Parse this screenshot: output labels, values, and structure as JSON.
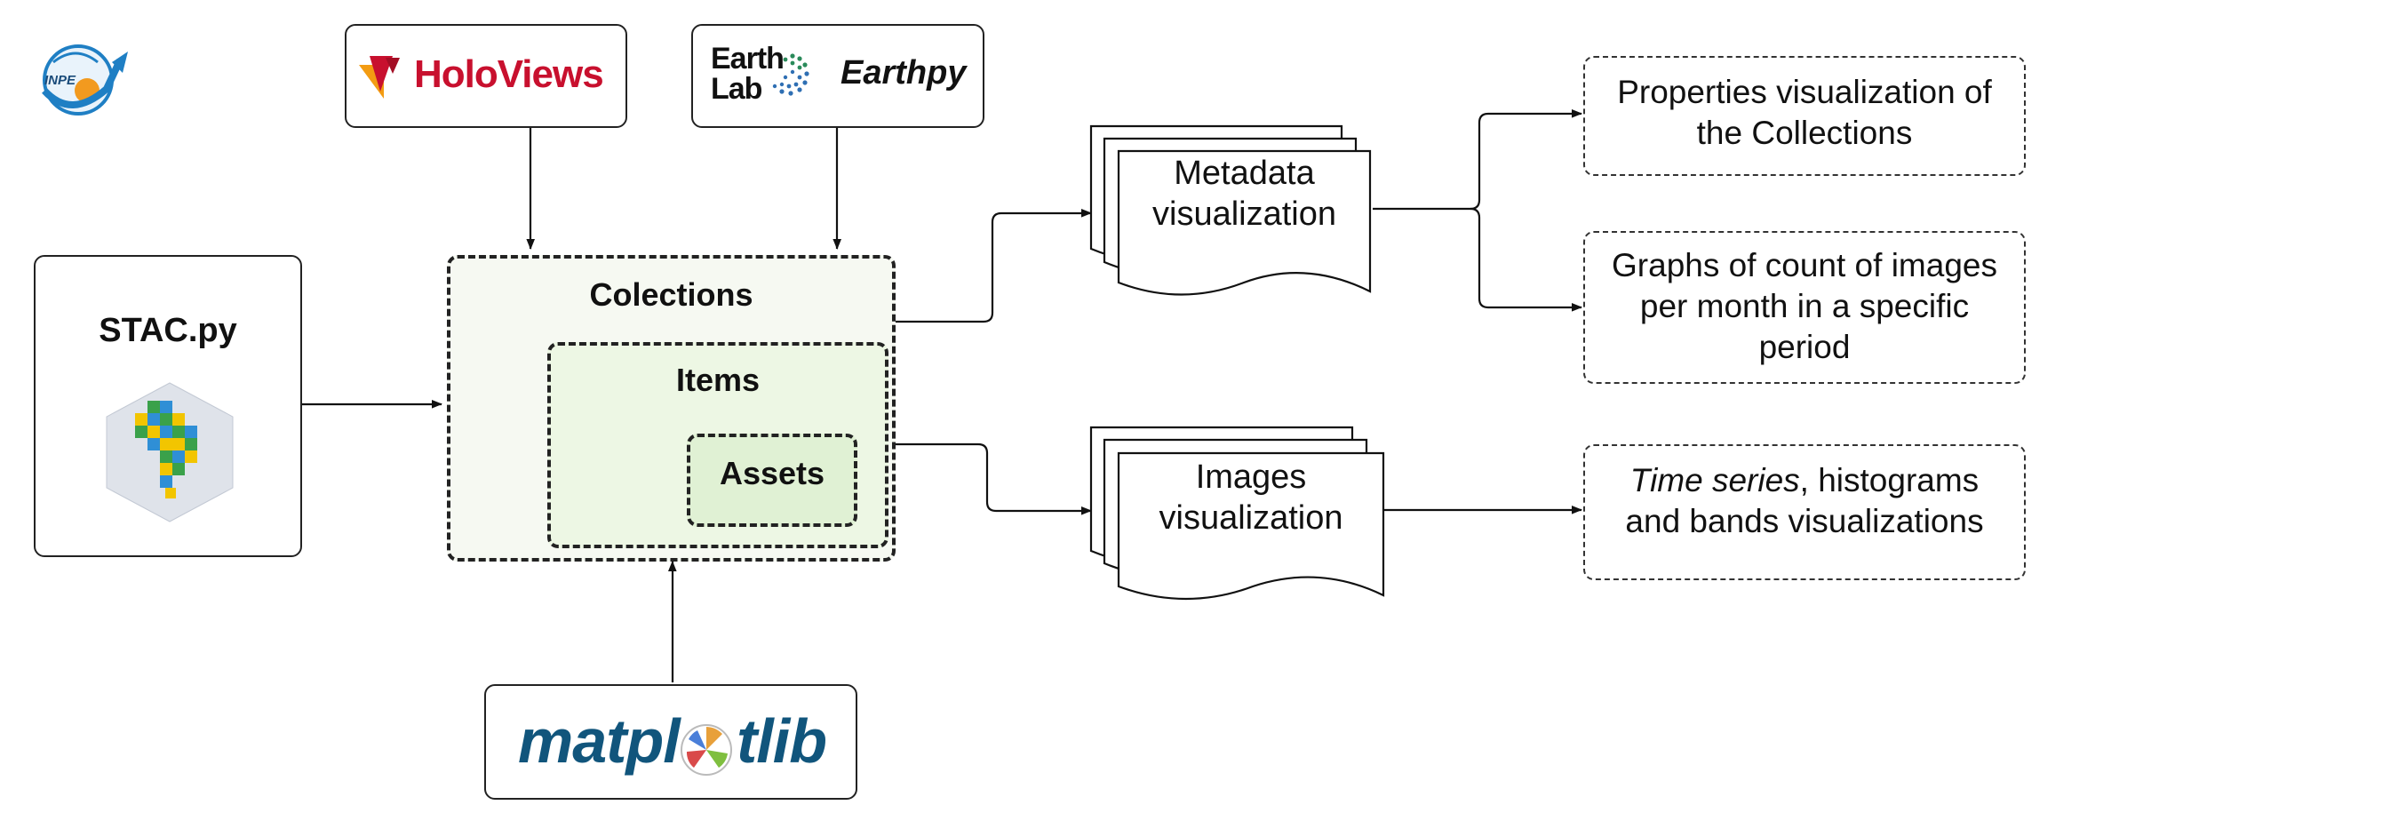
{
  "logos": {
    "inpe": "INPE",
    "holoviews": "HoloViews",
    "earthlab_line1": "Earth",
    "earthlab_line2": "Lab",
    "earthpy": "Earthpy",
    "matplotlib_left": "matpl",
    "matplotlib_right": "tlib"
  },
  "nodes": {
    "stac": "STAC.py",
    "collections": "Colections",
    "items": "Items",
    "assets": "Assets",
    "metadata_line1": "Metadata",
    "metadata_line2": "visualization",
    "images_line1": "Images",
    "images_line2": "visualization",
    "out_properties_line1": "Properties visualization of",
    "out_properties_line2": "the Collections",
    "out_graphs_line1": "Graphs of count of images",
    "out_graphs_line2": "per month in a specific",
    "out_graphs_line3": "period",
    "out_timeseries_italic": "Time series",
    "out_timeseries_rest": ", histograms",
    "out_timeseries_line2": "and bands visualizations"
  },
  "colors": {
    "holoviews_red": "#c8102e",
    "holoviews_orange": "#f39c12",
    "matplotlib_blue": "#11557c",
    "collections_fill": "#f6f9f2",
    "items_fill": "#edf7e4",
    "assets_fill": "#e0f1d4",
    "inpe_blue": "#1f7fc4",
    "inpe_orange": "#f29a1f"
  }
}
